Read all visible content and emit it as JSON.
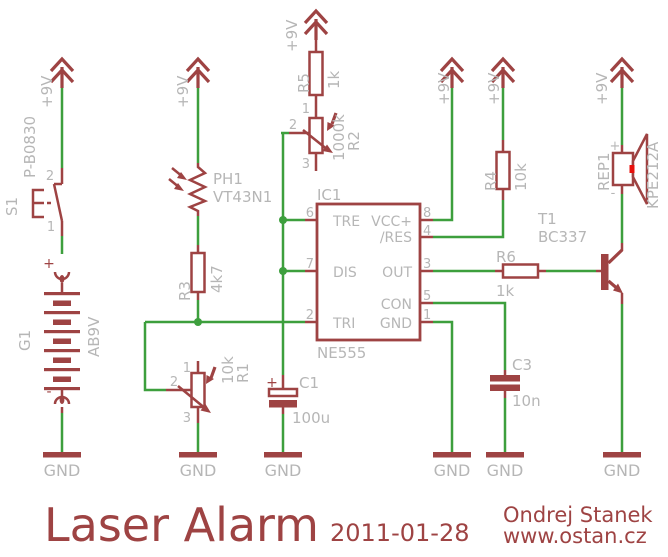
{
  "colors": {
    "symbol_red": "#9e4343",
    "wire_green": "#3d9f3d",
    "label_gray": "#b6b6b6",
    "speaker_marker_red": "#e8100c",
    "background": "#ffffff"
  },
  "power": {
    "rail_label": "+9V",
    "ground_label": "GND"
  },
  "title_block": {
    "title": "Laser Alarm",
    "date": "2011-01-28",
    "author": "Ondrej Stanek",
    "website": "www.ostan.cz"
  },
  "components": {
    "s1": {
      "ref": "S1",
      "part": "P-B0830",
      "pin_top": "2",
      "pin_bottom": "1"
    },
    "g1": {
      "ref": "G1",
      "value": "AB9V",
      "plus": "+",
      "minus": "-"
    },
    "ph1": {
      "ref": "PH1",
      "value": "VT43N1"
    },
    "r1": {
      "ref": "R1",
      "value": "10k",
      "pin1": "1",
      "pin2": "2",
      "pin3": "3"
    },
    "r2": {
      "ref": "R2",
      "value": "1000k",
      "pin1": "1",
      "pin2": "2",
      "pin3": "3"
    },
    "r3": {
      "ref": "R3",
      "value": "4k7"
    },
    "r4": {
      "ref": "R4",
      "value": "10k"
    },
    "r5": {
      "ref": "R5",
      "value": "1k"
    },
    "r6": {
      "ref": "R6",
      "value": "1k"
    },
    "c1": {
      "ref": "C1",
      "value": "100u",
      "plus": "+"
    },
    "c3": {
      "ref": "C3",
      "value": "10n"
    },
    "t1": {
      "ref": "T1",
      "value": "BC337"
    },
    "rep1": {
      "ref": "REP1",
      "value": "KPE212A",
      "plus": "+",
      "minus": "-"
    },
    "ic1": {
      "ref": "IC1",
      "value": "NE555",
      "pins_left": [
        {
          "num": "6",
          "name": "TRE"
        },
        {
          "num": "7",
          "name": "DIS"
        },
        {
          "num": "2",
          "name": "TRI"
        }
      ],
      "pins_right": [
        {
          "num": "8",
          "name": "VCC+"
        },
        {
          "num": "4",
          "name": "/RES"
        },
        {
          "num": "3",
          "name": "OUT"
        },
        {
          "num": "5",
          "name": "CON"
        },
        {
          "num": "1",
          "name": "GND"
        }
      ]
    }
  }
}
